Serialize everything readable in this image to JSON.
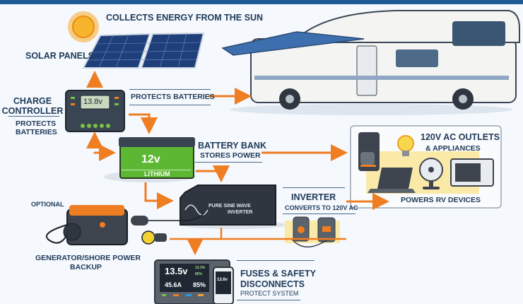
{
  "labels": {
    "collects": "COLLECTS ENERGY FROM THE SUN",
    "solar_panels": "SOLAR PANELS",
    "charge_controller": "CHARGE CONTROLLER",
    "controller_sub": "PROTECTS BATTERIES",
    "protects_batteries": "PROTECTS BATTERIES",
    "battery_bank": "BATTERY BANK",
    "stores_power": "STORES POWER",
    "outlets": "120V AC OUTLETS",
    "appliances": "& APPLIANCES",
    "powers_rv": "POWERS RV DEVICES",
    "inverter": "INVERTER",
    "converts": "CONVERTS TO 120V AC",
    "optional": "OPTIONAL",
    "generator": "GENERATOR/SHORE POWER",
    "backup": "BACKUP",
    "fuses": "FUSES & SAFETY",
    "disconnects": "DISCONNECTS",
    "protect_system": "PROTECT SYSTEM"
  },
  "devices": {
    "controller_display": "13.8v",
    "battery_voltage": "12v",
    "battery_type": "LITHIUM",
    "inverter_label_1": "PURE SINE WAVE",
    "inverter_label_2": "INVERTER",
    "monitor_voltage": "13.5v",
    "monitor_current": "45.6A",
    "monitor_soc": "85%",
    "monitor_small_1": "13.3%",
    "monitor_small_2": "85%",
    "phone_display": "13.6v"
  },
  "colors": {
    "accent_arrow": "#ef7d22",
    "header_band": "#1f5a96",
    "text": "#1e3a5a",
    "battery": "#5cb832",
    "highlight": "#fbe9a8"
  }
}
